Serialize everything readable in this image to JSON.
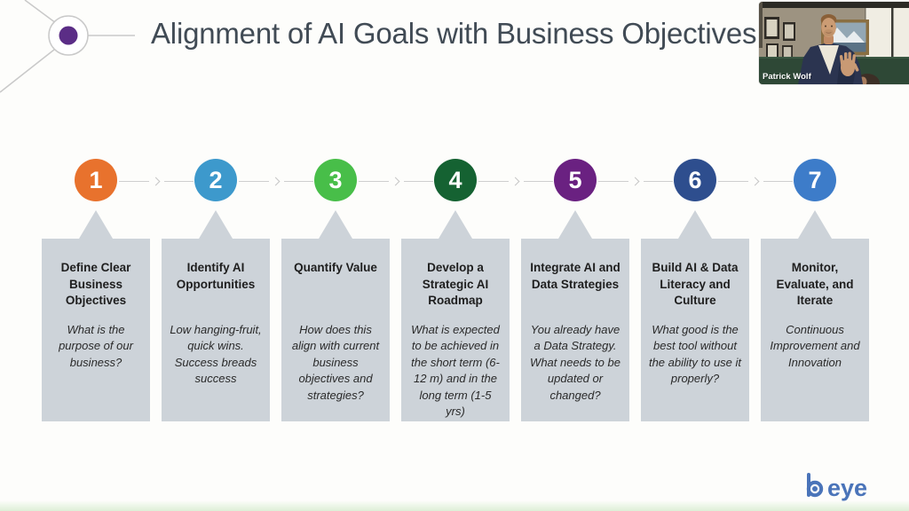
{
  "slide": {
    "title": "Alignment of AI Goals with Business Objectives"
  },
  "steps": [
    {
      "number": "1",
      "color": "#E8722D",
      "title": "Define Clear Business Objectives",
      "question": "What is the purpose of our business?"
    },
    {
      "number": "2",
      "color": "#3D99CC",
      "title": "Identify AI Opportunities",
      "question": "Low hanging-fruit, quick wins. Success breads success"
    },
    {
      "number": "3",
      "color": "#48BE49",
      "title": "Quantify Value",
      "question": "How does this align with current business objectives and strategies?"
    },
    {
      "number": "4",
      "color": "#156232",
      "title": "Develop a Strategic AI Roadmap",
      "question": "What is expected to be achieved in the short term (6-12 m) and in the long term (1-5 yrs)"
    },
    {
      "number": "5",
      "color": "#6A2181",
      "title": "Integrate AI and Data Strategies",
      "question": "You already have a Data Strategy. What needs to be updated or changed?"
    },
    {
      "number": "6",
      "color": "#2E4E8E",
      "title": "Build AI & Data Literacy and Culture",
      "question": "What good is the best tool without the ability to use it properly?"
    },
    {
      "number": "7",
      "color": "#3D7CC9",
      "title": "Monitor, Evaluate, and Iterate",
      "question": "Continuous Improvement and Innovation"
    }
  ],
  "webcam": {
    "name": "Patrick Wolf"
  },
  "logo": {
    "name": "b eye",
    "eye_text": "eye",
    "color": "#4A74B9"
  },
  "colors": {
    "accent_purple": "#5B2D86",
    "card_background": "#CDD3D9",
    "title_text": "#414B55",
    "connector_gray": "#CFCFCF"
  }
}
